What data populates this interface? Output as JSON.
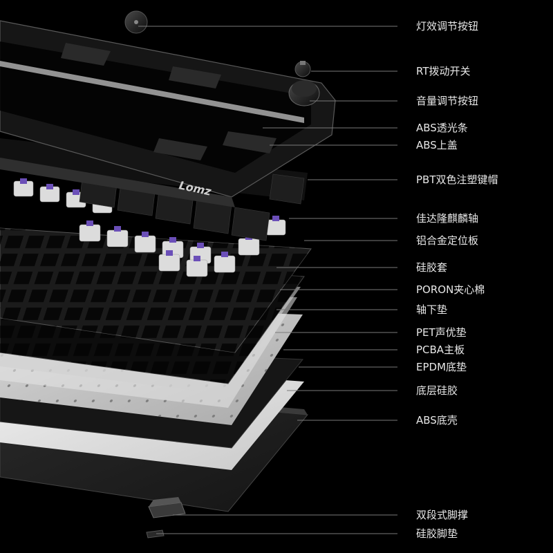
{
  "brand": "Lomz",
  "colors": {
    "background": "#000000",
    "label_text": "#e8e8e8",
    "leader_line": "#7a7a7a",
    "switch_stem": "#6b4fb8"
  },
  "parts": [
    {
      "id": "light-knob",
      "label": "灯效调节按钮"
    },
    {
      "id": "rt-toggle",
      "label": "RT拨动开关"
    },
    {
      "id": "volume-knob",
      "label": "音量调节按钮"
    },
    {
      "id": "light-strip",
      "label": "ABS透光条"
    },
    {
      "id": "top-cover",
      "label": "ABS上盖"
    },
    {
      "id": "keycaps",
      "label": "PBT双色注塑键帽"
    },
    {
      "id": "switches",
      "label": "佳达隆麒麟轴"
    },
    {
      "id": "plate",
      "label": "铝合金定位板"
    },
    {
      "id": "silicone-sleeve",
      "label": "硅胶套"
    },
    {
      "id": "poron-foam",
      "label": "PORON夹心棉"
    },
    {
      "id": "switch-pad",
      "label": "轴下垫"
    },
    {
      "id": "pet-pad",
      "label": "PET声优垫"
    },
    {
      "id": "pcb",
      "label": "PCBA主板"
    },
    {
      "id": "epdm-pad",
      "label": "EPDM底垫"
    },
    {
      "id": "bottom-silicone",
      "label": "底层硅胶"
    },
    {
      "id": "bottom-case",
      "label": "ABS底壳"
    },
    {
      "id": "kickstand",
      "label": "双段式脚撑"
    },
    {
      "id": "silicone-feet",
      "label": "硅胶脚垫"
    }
  ]
}
